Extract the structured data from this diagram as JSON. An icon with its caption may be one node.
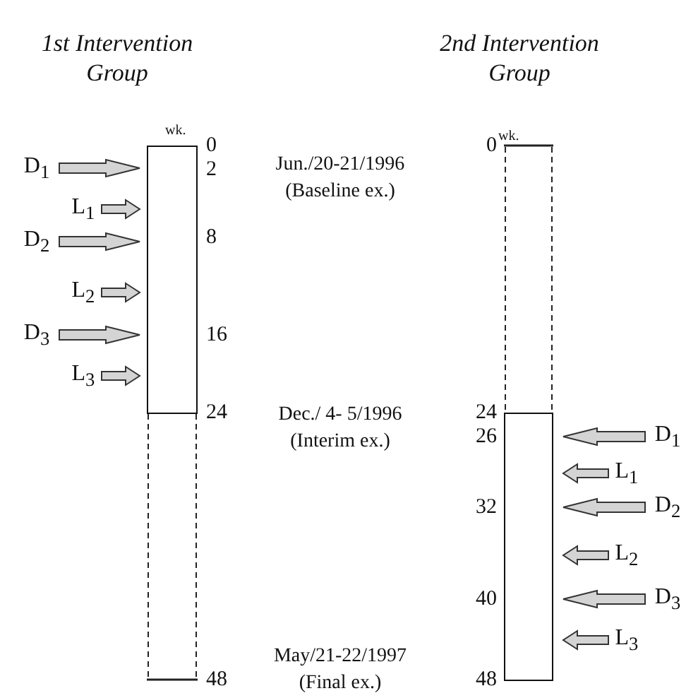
{
  "diagram": {
    "nodes": [
      {
        "text": [],
        "shape": "bar"
      },
      {
        "text": [
          "D$_{1}$"
        ]
      },
      {
        "text": [
          "L$_{1}$"
        ]
      },
      {
        "text": [
          "D$_{2}$"
        ]
      },
      {
        "text": [
          "L$_{2}$"
        ]
      },
      {
        "text": [
          "D$_{3}$"
        ]
      },
      {
        "text": [
          "L$_{3}$"
        ]
      },
      {
        "text": [],
        "shape": "bar"
      },
      {
        "text": [
          "D$_{1}$"
        ]
      },
      {
        "text": [
          "L$_{1}$"
        ]
      },
      {
        "text": [
          "D$_{2}$"
        ]
      },
      {
        "text": [
          "L$_{2}$"
        ]
      },
      {
        "text": [
          "D$_{3}$"
        ]
      },
      {
        "text": [
          "L$_{3}$"
        ]
      }
    ],
    "edges": [
      {
        "from": 1,
        "to": 0,
        "arrow": "to"
      },
      {
        "from": 2,
        "to": 0,
        "arrow": "to"
      },
      {
        "from": 3,
        "to": 0,
        "arrow": "to"
      },
      {
        "from": 4,
        "to": 0,
        "arrow": "to"
      },
      {
        "from": 5,
        "to": 0,
        "arrow": "to"
      },
      {
        "from": 6,
        "to": 0,
        "arrow": "to"
      },
      {
        "from": 8,
        "to": 7,
        "arrow": "to"
      },
      {
        "from": 9,
        "to": 7,
        "arrow": "to"
      },
      {
        "from": 10,
        "to": 7,
        "arrow": "to"
      },
      {
        "from": 11,
        "to": 7,
        "arrow": "to"
      },
      {
        "from": 12,
        "to": 7,
        "arrow": "to"
      },
      {
        "from": 13,
        "to": 7,
        "arrow": "to"
      }
    ],
    "labels": [
      "1st Intervention Group",
      "2nd Intervention Group",
      "wk.",
      "0",
      "2",
      "8",
      "16",
      "24",
      "48",
      "Jun./20-21/1996 (Baseline ex.)",
      "Dec./ 4- 5/1996 (Interim ex.)",
      "May/21-22/1997 (Final ex.)",
      "wk.",
      "0",
      "24",
      "26",
      "32",
      "40",
      "48"
    ]
  }
}
